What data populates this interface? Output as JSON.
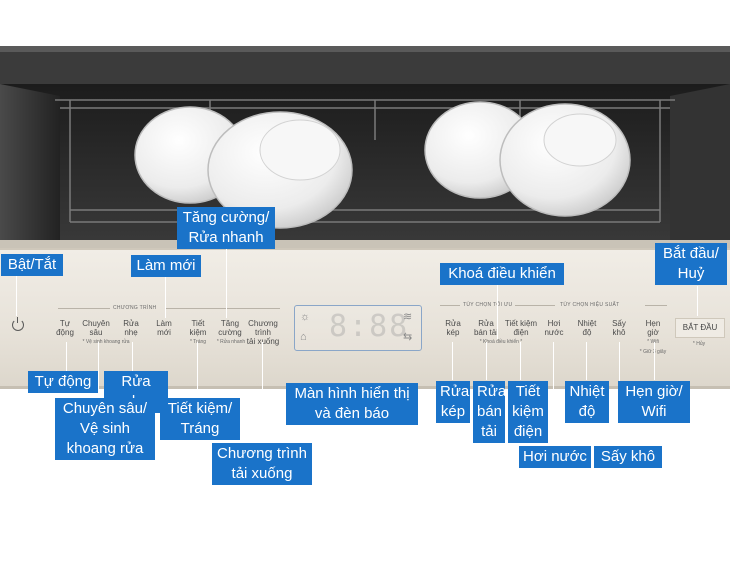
{
  "panel": {
    "group_program": "CHƯƠNG TRÌNH",
    "group_options": "TÙY CHỌN TỐI ƯU",
    "group_efficiency": "TÙY CHỌN HIỆU SUẤT",
    "buttons": {
      "auto": "Tự\nđộng",
      "intensive": "Chuyên\nsâu",
      "delicate": "Rửa\nnhẹ",
      "refresh": "Làm\nmới",
      "eco": "Tiết\nkiệm",
      "boost": "Tăng\ncường",
      "download": "Chương trình\ntải xuống",
      "double": "Rửa\nkép",
      "half": "Rửa\nbán tải",
      "save": "Tiết kiệm\nđiện",
      "steam": "Hơi\nnước",
      "temp": "Nhiệt\nđộ",
      "dry": "Sấy\nkhô",
      "timer": "Hẹn\ngiờ",
      "start": "BẮT ĐẦU"
    },
    "subs": {
      "machine_clean": "* Vệ sinh khoang rửa",
      "rinse": "* Tráng",
      "quick": "* Rửa nhanh",
      "lock": "* Khoá điều khiển *",
      "wifi": "* Wifi",
      "hold": "* Giữ 3 giây",
      "cancel": "* Hủy"
    },
    "display_digits": "8:88"
  },
  "callouts": {
    "power": "Bật/Tắt",
    "boost": "Tăng cường/\nRửa nhanh",
    "refresh": "Làm mới",
    "lock": "Khoá điều khiển",
    "start": "Bắt đầu/\nHuỷ",
    "auto": "Tự động",
    "delicate": "Rửa nhẹ",
    "intensive": "Chuyên sâu/\nVệ sinh\nkhoang rửa",
    "eco": "Tiết kiệm/\nTráng",
    "download": "Chương trình\ntải xuống",
    "display": "Màn hình hiển thị\nvà đèn báo",
    "double": "Rửa\nkép",
    "half": "Rửa\nbán\ntải",
    "save": "Tiết\nkiệm\nđiện",
    "temp": "Nhiệt\nđộ",
    "timer": "Hẹn giờ/\nWifi",
    "steam": "Hơi nước",
    "dry": "Sấy khô"
  },
  "colors": {
    "callout_bg": "#1a73c9",
    "callout_text": "#ffffff",
    "panel": "#e9e4db",
    "tub": "#2a2a2a"
  }
}
